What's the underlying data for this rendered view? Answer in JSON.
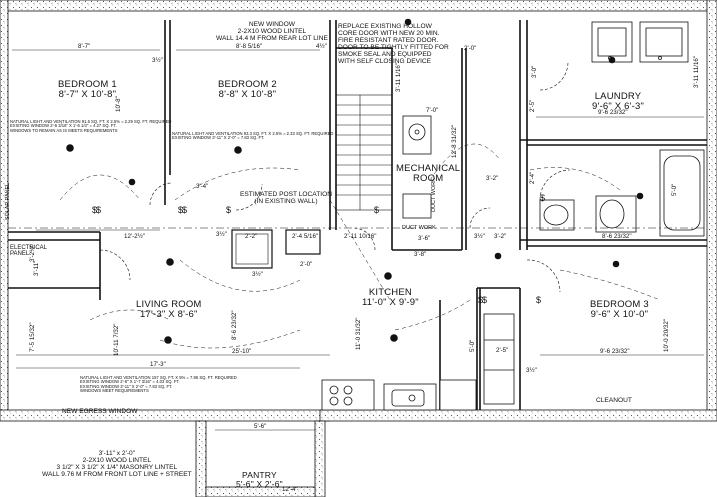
{
  "rooms": {
    "bedroom1": {
      "name": "BEDROOM 1",
      "size": "8'-7\" X 10'-8\""
    },
    "bedroom2": {
      "name": "BEDROOM 2",
      "size": "8'-8\" X 10'-8\""
    },
    "laundry": {
      "name": "LAUNDRY",
      "size": "9'-6\" X 6'-3\""
    },
    "mechanical": {
      "name": "MECHANICAL",
      "sub": "ROOM"
    },
    "living": {
      "name": "LIVING ROOM",
      "size": "17'-3\" X 8'-6\""
    },
    "kitchen": {
      "name": "KITCHEN",
      "size": "11'-0\" X 9'-9\""
    },
    "bedroom3": {
      "name": "BEDROOM 3",
      "size": "9'-6\" X 10'-0\""
    },
    "pantry": {
      "name": "PANTRY",
      "size": "5'-6\" X 2'-6\""
    }
  },
  "notes": {
    "new_window_top": [
      "NEW WINDOW",
      "2-2X10 WOOD LINTEL",
      "WALL 14.4 M FROM REAR LOT LINE"
    ],
    "replace_door": [
      "REPLACE EXISTING HOLLOW",
      "CORE DOOR WITH NEW 20 MIN.",
      "FIRE RESISTANT RATED DOOR.",
      "DOOR TO BE TIGHTLY FITTED FOR",
      "SMOKE SEAL AND EQUIPPED",
      "WITH SELF CLOSING DEVICE"
    ],
    "estimated_post": [
      "ESTIMATED POST LOCATION",
      "(IN EXISTING WALL)"
    ],
    "new_egress": "NEW EGRESS WINDOW",
    "lintel_bottom": [
      "3'-11\" x 2'-0\"",
      "2-2X10 WOOD LINTEL",
      "3 1/2\" X 3 1/2\" X 1/4\" MASONRY LINTEL",
      "WALL 9.76 M FROM FRONT LOT LINE + STREET"
    ],
    "solar_panel": "SOLAR PANEL",
    "electrical_panel": [
      "ELECTRICAL",
      "PANEL"
    ],
    "duct_work_v": "DUCT WORK",
    "duct_work_h": "DUCT WORK",
    "cleanout": "CLEANOUT",
    "light_vent_bed1": [
      "NATURAL LIGHT AND VENTILATION 91.6 SQ. FT. X 2.5% = 2.29 SQ. FT. REQUIRED",
      "EXISTING WINDOW 2'-6 3/16\" X 1'-6 1/4\" = 4.27 SQ. FT.",
      "WINDOWS TO REMAIN AS IS MEETS REQUIREMENTS"
    ],
    "light_vent_bed2": [
      "NATURAL LIGHT AND VENTILATION 93.3 SQ. FT. X 2.5% = 2.33 SQ. FT. REQUIRED",
      "EXISTING WINDOW 3'-11\" X 2'-0\" = 7.83 SQ. FT."
    ],
    "light_vent_living": [
      "NATURAL LIGHT AND VENTILATION 157 SQ. FT. X 5% = 7.85 SQ. FT. REQUIRED",
      "EXISTING WINDOW 2'-6\" X 1'-7 3/16\" = 4.03 SQ. FT.",
      "EXISTING WINDOW 3'-11\" X 2'-0\" = 7.83 SQ. FT.",
      "WINDOWS MEET REQUIREMENTS"
    ]
  },
  "dims": {
    "d_8_7": "8'-7\"",
    "d_8_8_516": "8'-8 5/16\"",
    "d_4_12": "4½\"",
    "d_3_12_a": "3½\"",
    "d_2_0_top": "2'-0\"",
    "d_8_6_2332_top": "9'-6 23/32\"",
    "d_3_1116": "3'-11 1/16\"",
    "d_10_8_a": "10'-8\"",
    "d_3_4": "3'-4\"",
    "d_12_212": "12'-2½\"",
    "d_3_12_b": "3½\"",
    "d_2_2": "2'-2\"",
    "d_2_4_516": "2'-4 5/16\"",
    "d_2_11_1016": "2'-11 10/16\"",
    "d_3_6": "3'-6\"",
    "d_2_0_mid": "2'-0\"",
    "d_3_2": "3'-2\"",
    "d_7_0": "7'-0\"",
    "d_12_8": "12'-8 31/32\"",
    "d_3_2_c": "3'-2\"",
    "d_8_6_2332_mid": "8'-6 23/32\"",
    "d_2_5_a": "2'-5\"",
    "d_2_4": "2'-4\"",
    "d_3_0": "3'-0\"",
    "d_5_0": "5'-0\"",
    "d_3_1116_r": "3'-11 11/16\"",
    "d_9_6_2332": "9'-6 23/32\"",
    "d_10_0_2032": "10'-0 20/32\"",
    "d_8_6_2332_b": "9'-6 23/32\"",
    "d_25_10": "25'-10\"",
    "d_17_3": "17'-3\"",
    "d_8_6_2332_liv": "8'-6 23/32\"",
    "d_7_5_1532": "7'-5 15/32\"",
    "d_10_11_732": "10'-11 7/32\"",
    "d_11_0_3132": "11'-0 31/32\"",
    "d_3_12_e": "3½\"",
    "d_3_12_f": "3½\"",
    "d_12_4": "12'-4\"",
    "d_5_6": "5'-6\"",
    "d_3_11": "3'-11\"",
    "d_2_5_b": "2'-5\"",
    "d_3_8": "3'-8\"",
    "d_3_25": "3'-2½\"",
    "d_5_0_b": "5'-0\"",
    "d_3_12_g": "3½\""
  }
}
